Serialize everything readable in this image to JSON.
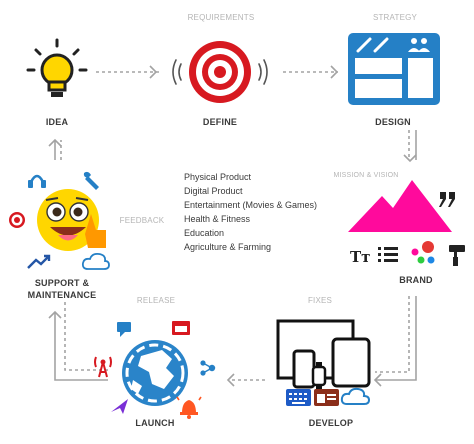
{
  "stages": {
    "idea": "IDEA",
    "define": "DEFINE",
    "design": "DESIGN",
    "brand": "BRAND",
    "develop": "DEVELOP",
    "launch": "LAUNCH",
    "support_line1": "SUPPORT &",
    "support_line2": "MAINTENANCE"
  },
  "flows": {
    "requirements": "REQUIREMENTS",
    "strategy": "STRATEGY",
    "mission_vision": "MISSION & VISION",
    "fixes": "FIXES",
    "release": "RELEASE",
    "feedback": "FEEDBACK"
  },
  "categories": [
    "Physical Product",
    "Digital Product",
    "Entertainment (Movies & Games)",
    "Health & Fitness",
    "Education",
    "Agriculture & Farming"
  ],
  "colors": {
    "connector": "#a3a3a3",
    "idea_yellow": "#ffd600",
    "target_red": "#d71920",
    "design_blue": "#2580c6",
    "brand_magenta": "#ff0a9c",
    "launch_blue": "#2a84c9",
    "support_orange": "#ff9800"
  },
  "icons": {
    "idea": "lightbulb-icon",
    "define": "target-icon",
    "design": "wireframe-icon",
    "brand": "mountain-logo-icon",
    "develop": "devices-icon",
    "launch": "globe-icon",
    "support": "emoji-face-icon"
  }
}
